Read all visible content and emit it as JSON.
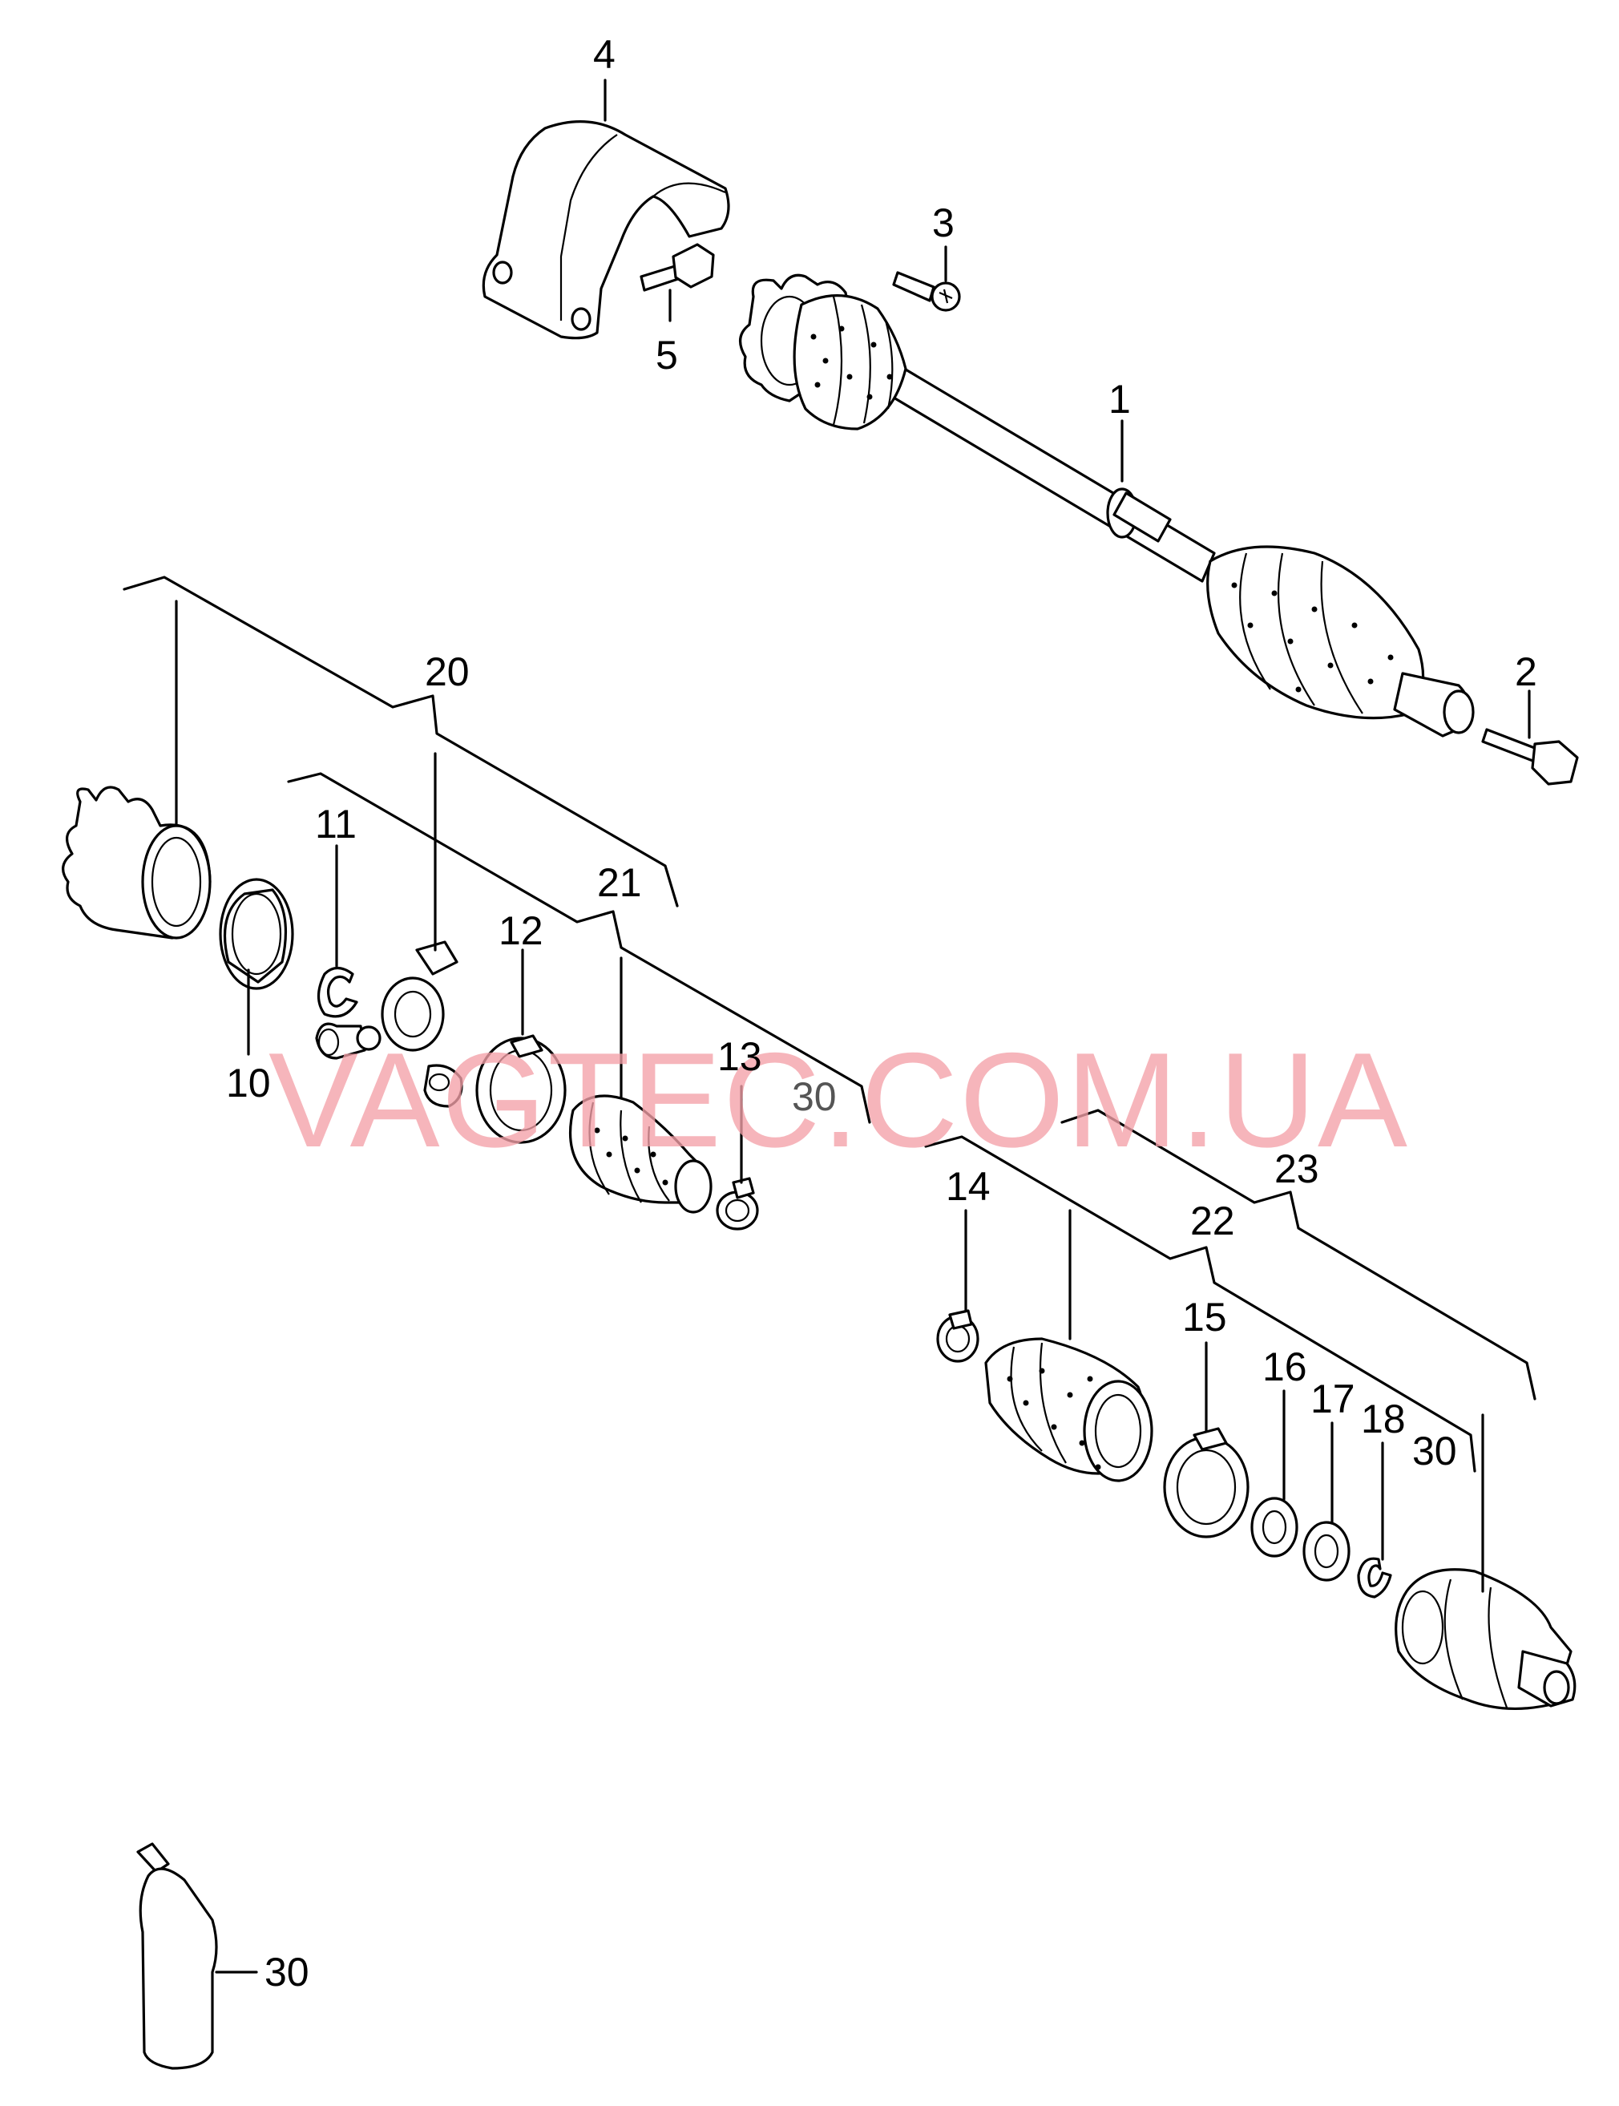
{
  "watermark": "VAGTEC.COM.UA",
  "callouts": {
    "n1": "1",
    "n2": "2",
    "n3": "3",
    "n4": "4",
    "n5": "5",
    "n10": "10",
    "n11": "11",
    "n12": "12",
    "n13": "13",
    "n14": "14",
    "n15": "15",
    "n16": "16",
    "n17": "17",
    "n18": "18",
    "n20": "20",
    "n21": "21",
    "n22": "22",
    "n23": "23",
    "n30_a": "30",
    "n30_b": "30",
    "n30_c": "30"
  },
  "colors": {
    "watermark": "#f4a0a8",
    "line": "#000000",
    "background": "#ffffff"
  }
}
